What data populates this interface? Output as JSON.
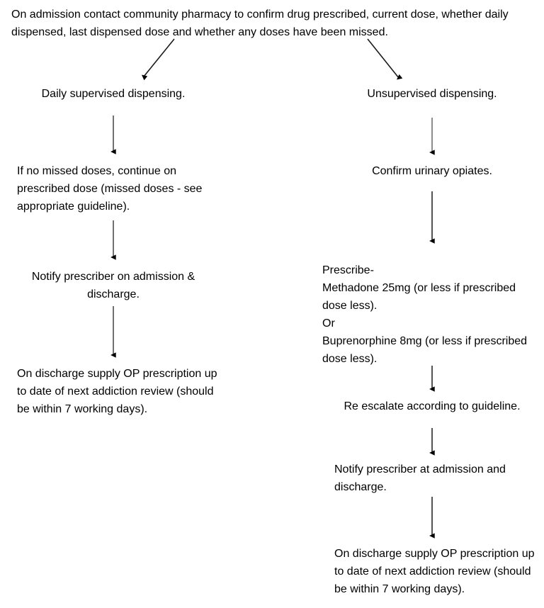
{
  "document": {
    "title": "Opioid substitution therapy on admission flowchart",
    "background_color": "#ffffff",
    "text_color": "#000000",
    "arrow_color": "#000000"
  },
  "header": {
    "text": "On admission contact community pharmacy to confirm drug prescribed, current dose, whether daily dispensed, last dispensed dose and whether any doses have been missed."
  },
  "branches": {
    "left": {
      "name": "Daily supervised dispensing branch",
      "steps": [
        {
          "id": "left-1",
          "text": "Daily supervised dispensing."
        },
        {
          "id": "left-2",
          "text": "If no missed doses, continue on prescribed dose (missed doses - see appropriate guideline)."
        },
        {
          "id": "left-3",
          "text": "Notify prescriber on admission & discharge."
        },
        {
          "id": "left-4",
          "text": "On discharge supply OP prescription up to date of next addiction review (should be within 7 working days)."
        }
      ]
    },
    "right": {
      "name": "Unsupervised dispensing branch",
      "steps": [
        {
          "id": "right-1",
          "text": "Unsupervised dispensing."
        },
        {
          "id": "right-2",
          "text": "Confirm urinary opiates."
        },
        {
          "id": "right-3",
          "text": "Prescribe-\nMethadone 25mg (or less if prescribed dose less).\nOr\nBuprenorphine 8mg (or less if prescribed dose less)."
        },
        {
          "id": "right-4",
          "text": "Re escalate according to guideline."
        },
        {
          "id": "right-5",
          "text": "Notify prescriber at admission and discharge."
        },
        {
          "id": "right-6",
          "text": "On discharge supply OP prescription up to date of next addiction review (should be within 7 working days)."
        }
      ]
    }
  },
  "connectors": [
    {
      "id": "conn-split-left",
      "label": "branch arrow to daily supervised dispensing",
      "kind": "diagonal"
    },
    {
      "id": "conn-split-right",
      "label": "branch arrow to unsupervised dispensing",
      "kind": "diagonal"
    },
    {
      "id": "conn-left-1-2",
      "label": "arrow from daily supervised dispensing to missed doses step",
      "kind": "vertical"
    },
    {
      "id": "conn-left-2-3",
      "label": "arrow to notify prescriber step",
      "kind": "vertical"
    },
    {
      "id": "conn-left-3-4",
      "label": "arrow to discharge supply step",
      "kind": "vertical"
    },
    {
      "id": "conn-right-1-2",
      "label": "arrow from unsupervised dispensing to confirm urinary opiates",
      "kind": "vertical"
    },
    {
      "id": "conn-right-2-3",
      "label": "arrow to prescribe step",
      "kind": "vertical"
    },
    {
      "id": "conn-right-3-4",
      "label": "arrow to re escalate step",
      "kind": "vertical"
    },
    {
      "id": "conn-right-4-5",
      "label": "arrow to notify prescriber step",
      "kind": "vertical"
    },
    {
      "id": "conn-right-5-6",
      "label": "arrow to discharge supply step",
      "kind": "vertical"
    }
  ]
}
